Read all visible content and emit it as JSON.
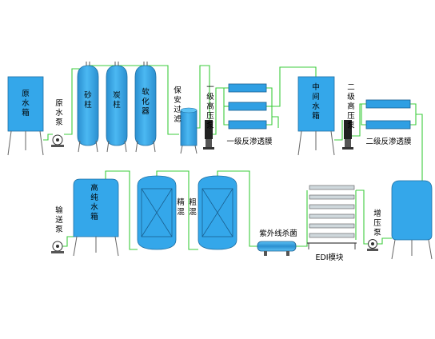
{
  "labels": {
    "raw_tank": "原水箱",
    "raw_pump": "原水泵",
    "sand": "砂柱",
    "carbon": "炭柱",
    "softener": "软化器",
    "security_filter": "保安过滤",
    "hp_pump_1": "一级高压泵",
    "ro_membrane_1": "一级反渗透膜",
    "middle_tank": "中间水箱",
    "hp_pump_2": "二级高压泵",
    "ro_membrane_2": "二级反渗透膜",
    "pure_tank": "高纯水箱",
    "transfer_pump": "输送泵",
    "polish_mixed": "精混",
    "coarse_mixed": "粗混",
    "uv": "紫外线杀菌",
    "edi": "EDI模块",
    "booster_pump": "增压泵"
  },
  "colors": {
    "tank_fill": "#34a7ea",
    "pipe": "#3dcc3d",
    "outline": "#1f6fa3"
  }
}
